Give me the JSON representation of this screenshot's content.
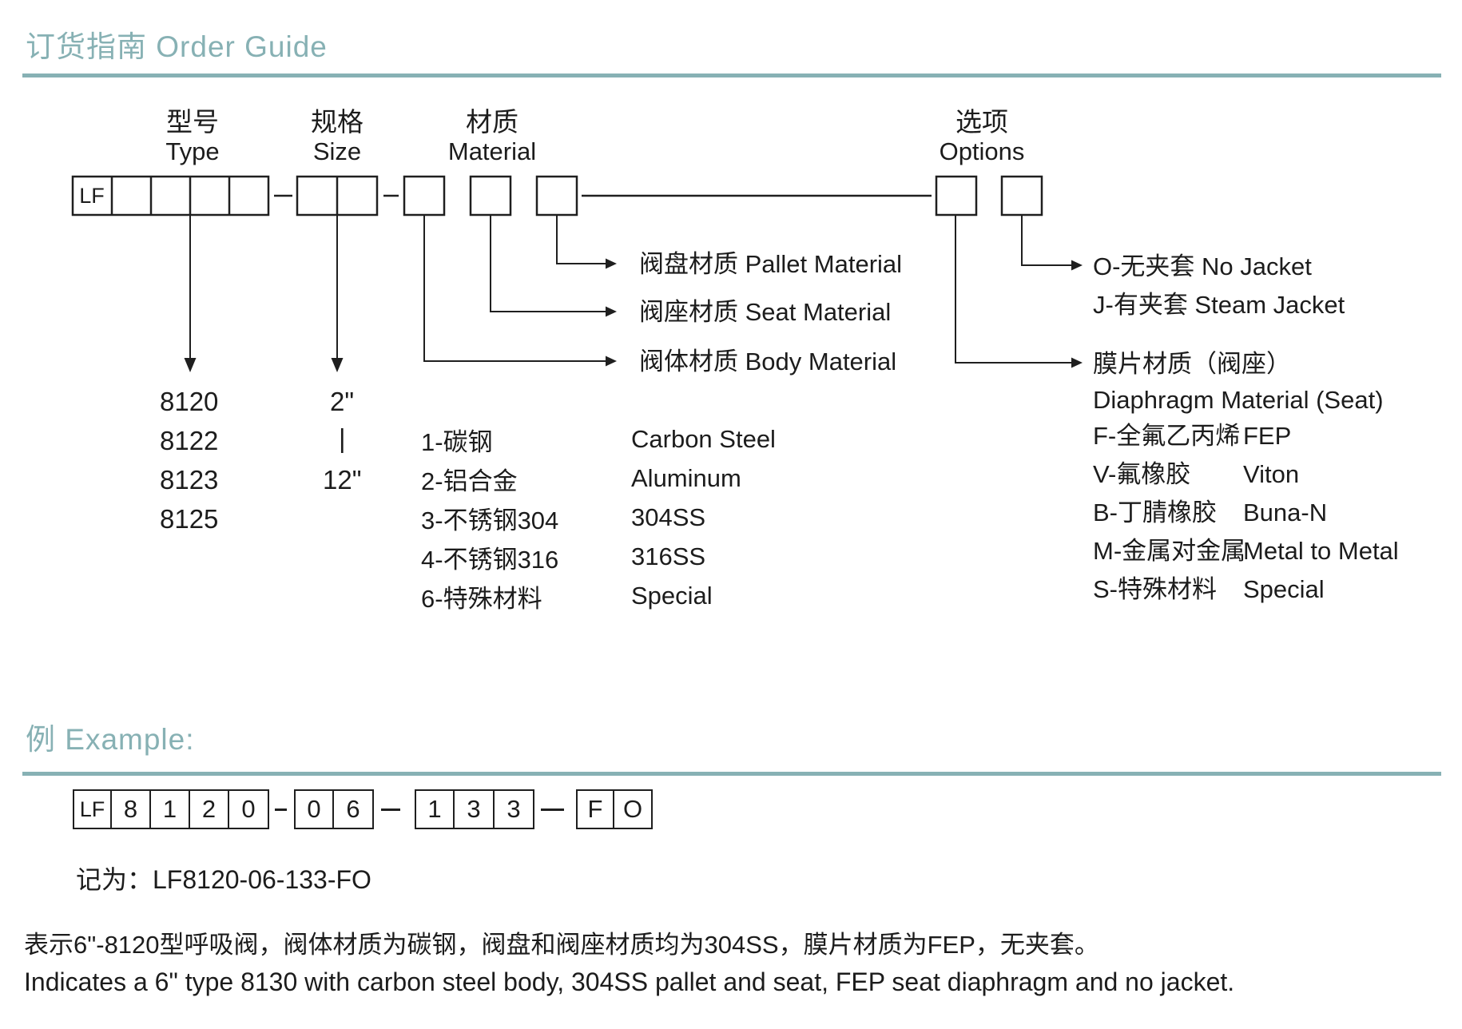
{
  "header": {
    "title": "订货指南 Order Guide"
  },
  "diagram": {
    "type": {
      "label_cn": "型号",
      "label_en": "Type",
      "prefix": "LF",
      "models": [
        "8120",
        "8122",
        "8123",
        "8125"
      ]
    },
    "size": {
      "label_cn": "规格",
      "label_en": "Size",
      "min": "2\"",
      "separator": "|",
      "max": "12\""
    },
    "material": {
      "label_cn": "材质",
      "label_en": "Material",
      "pallet_label": "阀盘材质 Pallet Material",
      "seat_label": "阀座材质 Seat Material",
      "body_label": "阀体材质 Body Material",
      "codes": [
        {
          "cn": "1-碳钢",
          "en": "Carbon Steel"
        },
        {
          "cn": "2-铝合金",
          "en": "Aluminum"
        },
        {
          "cn": "3-不锈钢304",
          "en": "304SS"
        },
        {
          "cn": "4-不锈钢316",
          "en": "316SS"
        },
        {
          "cn": "6-特殊材料",
          "en": "Special"
        }
      ]
    },
    "options": {
      "label_cn": "选项",
      "label_en": "Options",
      "jacket_codes": [
        "O-无夹套 No Jacket",
        "J-有夹套 Steam Jacket"
      ],
      "diaphragm_title_cn": "膜片材质（阀座）",
      "diaphragm_title_en": "Diaphragm Material (Seat)",
      "diaphragm_codes": [
        {
          "cn": "F-全氟乙丙烯",
          "en": "FEP"
        },
        {
          "cn": "V-氟橡胶",
          "en": "Viton"
        },
        {
          "cn": "B-丁腈橡胶",
          "en": "Buna-N"
        },
        {
          "cn": "M-金属对金属",
          "en": "Metal to Metal"
        },
        {
          "cn": "S-特殊材料",
          "en": "Special"
        }
      ]
    }
  },
  "example": {
    "title": "例 Example:",
    "code_cells": {
      "type": [
        "LF",
        "8",
        "1",
        "2",
        "0"
      ],
      "size": [
        "0",
        "6"
      ],
      "material": [
        "1",
        "3",
        "3"
      ],
      "options": [
        "F",
        "O"
      ]
    },
    "designation": "记为：LF8120-06-133-FO",
    "note_cn": "表示6\"-8120型呼吸阀，阀体材质为碳钢，阀盘和阀座材质均为304SS，膜片材质为FEP，无夹套。",
    "note_en": "Indicates a 6\" type 8130 with carbon steel body, 304SS pallet and seat, FEP seat diaphragm and no jacket."
  },
  "colors": {
    "accent": "#87b1b4",
    "ink": "#1c1c1c",
    "line": "#1f1f1f"
  }
}
